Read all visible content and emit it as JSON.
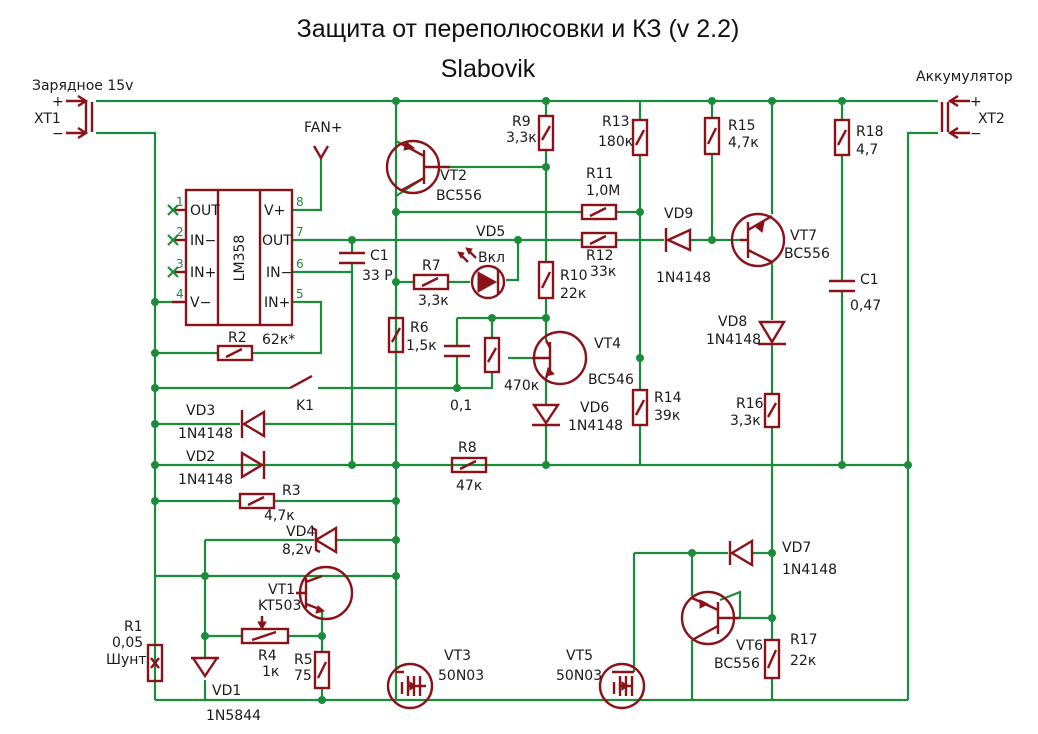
{
  "title": "Защита от переполюсовки и КЗ (v 2.2)",
  "author": "Slabovik",
  "connectors": {
    "xt1": {
      "ref": "XT1",
      "label": "Зарядное 15v",
      "plus": "+",
      "minus": "−"
    },
    "xt2": {
      "ref": "XT2",
      "label": "Аккумулятор",
      "plus": "+",
      "minus": "−"
    },
    "fan": "FAN+"
  },
  "ic": {
    "ref": "LM358",
    "left_pins": [
      {
        "num": "1",
        "name": "OUT"
      },
      {
        "num": "2",
        "name": "IN−"
      },
      {
        "num": "3",
        "name": "IN+"
      },
      {
        "num": "4",
        "name": "V−"
      }
    ],
    "right_pins": [
      {
        "num": "8",
        "name": "V+"
      },
      {
        "num": "7",
        "name": "OUT"
      },
      {
        "num": "6",
        "name": "IN−"
      },
      {
        "num": "5",
        "name": "IN+"
      }
    ]
  },
  "labels": {
    "r1": {
      "ref": "R1",
      "value": "0,05",
      "note": "Шунт"
    },
    "r2": {
      "ref": "R2",
      "value": "62к*"
    },
    "r3": {
      "ref": "R3",
      "value": "4,7к"
    },
    "r4": {
      "ref": "R4",
      "value": "1к"
    },
    "r5": {
      "ref": "R5",
      "value": "75"
    },
    "r6": {
      "ref": "R6",
      "value": "1,5к"
    },
    "r7": {
      "ref": "R7",
      "value": "3,3к"
    },
    "r8": {
      "ref": "R8",
      "value": "47к"
    },
    "r9": {
      "ref": "R9",
      "value": "3,3к"
    },
    "r10": {
      "ref": "R10",
      "value": "22к"
    },
    "r11": {
      "ref": "R11",
      "value": "1,0М"
    },
    "r12": {
      "ref": "R12",
      "value": "33к"
    },
    "r13": {
      "ref": "R13",
      "value": "180к"
    },
    "r14": {
      "ref": "R14",
      "value": "39к"
    },
    "r15": {
      "ref": "R15",
      "value": "4,7к"
    },
    "r16": {
      "ref": "R16",
      "value": "3,3к"
    },
    "r17": {
      "ref": "R17",
      "value": "22к"
    },
    "r18": {
      "ref": "R18",
      "value": "4,7"
    },
    "r_470": {
      "value": "470к"
    },
    "c1a": {
      "ref": "C1",
      "value": "33 P"
    },
    "c1b": {
      "ref": "C1",
      "value": "0,47"
    },
    "c_01": {
      "value": "0,1"
    },
    "vd1": {
      "ref": "VD1",
      "value": "1N5844"
    },
    "vd2": {
      "ref": "VD2",
      "value": "1N4148"
    },
    "vd3": {
      "ref": "VD3",
      "value": "1N4148"
    },
    "vd4": {
      "ref": "VD4",
      "value": "8,2v"
    },
    "vd5": {
      "ref": "VD5",
      "value": "Вкл"
    },
    "vd6": {
      "ref": "VD6",
      "value": "1N4148"
    },
    "vd7": {
      "ref": "VD7",
      "value": "1N4148"
    },
    "vd8": {
      "ref": "VD8",
      "value": "1N4148"
    },
    "vd9": {
      "ref": "VD9",
      "value": "1N4148"
    },
    "vt1": {
      "ref": "VT1",
      "value": "KT503"
    },
    "vt2": {
      "ref": "VT2",
      "value": "BC556"
    },
    "vt3": {
      "ref": "VT3",
      "value": "50N03"
    },
    "vt4": {
      "ref": "VT4",
      "value": "BC546"
    },
    "vt5": {
      "ref": "VT5",
      "value": "50N03"
    },
    "vt6": {
      "ref": "VT6",
      "value": "BC556"
    },
    "vt7": {
      "ref": "VT7",
      "value": "BC556"
    },
    "k1": {
      "ref": "K1"
    }
  }
}
